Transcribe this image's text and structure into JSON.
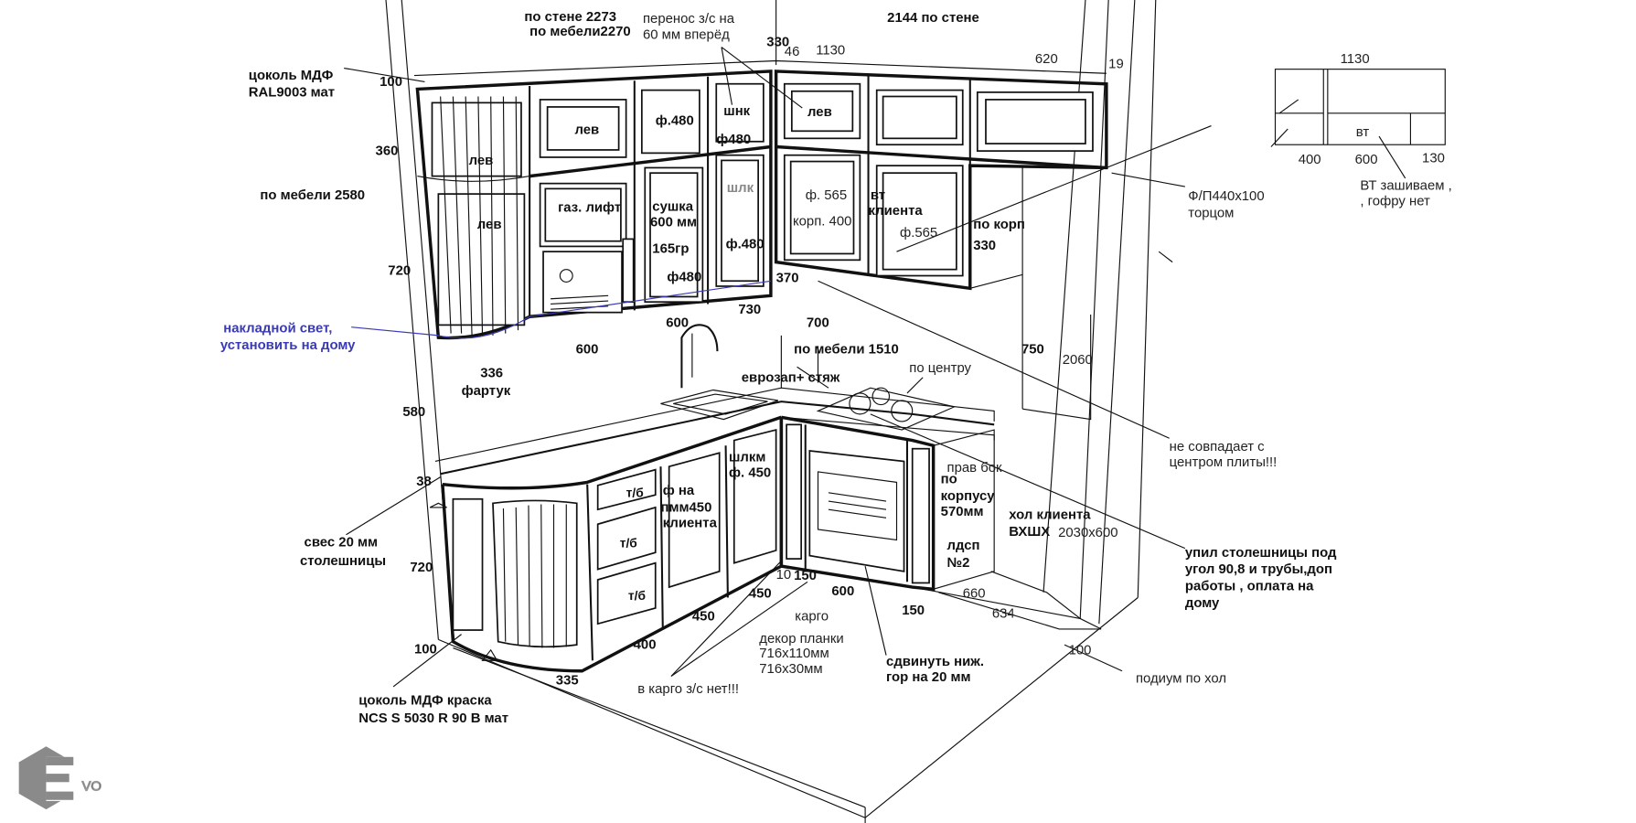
{
  "drawing": {
    "dims": [
      "330",
      "100",
      "360",
      "720",
      "370",
      "730",
      "600",
      "600",
      "700",
      "750",
      "336",
      "580",
      "38",
      "720",
      "330",
      "150",
      "450",
      "600",
      "150",
      "450",
      "400",
      "100",
      "335"
    ],
    "dims_light": [
      "46",
      "1130",
      "620",
      "19",
      "2060",
      "10",
      "660",
      "634",
      "100",
      "2030х600"
    ],
    "door_marks": [
      "лев",
      "ф.480",
      "шнк",
      "ф480",
      "лев",
      "лев",
      "лев",
      "газ. лифт",
      "сушка",
      "600 мм",
      "165гр",
      "ф480",
      "шлк",
      "ф.480",
      "ф. 565",
      "корп. 400",
      "ф.565",
      "т/б",
      "т/б",
      "т/б"
    ],
    "notes": [
      "по стене 2273",
      "по мебели2270",
      "2144  по стене",
      "цоколь МДФ",
      "RAL9003  мат",
      "по мебели 2580",
      "вт",
      "клиента",
      "по корп",
      "по мебели 1510",
      "еврозап+ стяж",
      "фартук",
      "свес 20 мм",
      "столешницы",
      "ф на",
      "пмм450",
      "клиента",
      "шлкм",
      "ф. 450",
      "по",
      "корпусу",
      "570мм",
      "хол клиента",
      "ВХШХ",
      "лдсп",
      "№2",
      "упил столешницы под",
      "угол 90,8 и трубы,доп",
      "работы , оплата на",
      "дому",
      "сдвинуть ниж.",
      "гор на 20 мм",
      "цоколь  МДФ краска",
      "NCS S 5030 R 90 B  мат"
    ],
    "notes_light": [
      "перенос з/с на",
      "60 мм вперёд",
      "по центру",
      "прав бок",
      "не совпадает с",
      "центром плиты!!!",
      "Ф/П440х100",
      "торцом",
      "карго",
      "декор планки",
      "716х110мм",
      "716х30мм",
      "подиум по хол",
      "в карго з/с нет!!!"
    ],
    "blue_note": [
      "накладной свет,",
      "установить на дому"
    ]
  },
  "inset": {
    "width": "1130",
    "label": "вт",
    "dims": [
      "400",
      "600",
      "130"
    ],
    "note": [
      "ВТ зашиваем ,",
      ", гофру нет"
    ]
  },
  "logo": {
    "text": "EVO"
  },
  "colors": {
    "line": "#111111",
    "blue_note": "#3a3ab4",
    "logo": "#8a8a8a"
  }
}
